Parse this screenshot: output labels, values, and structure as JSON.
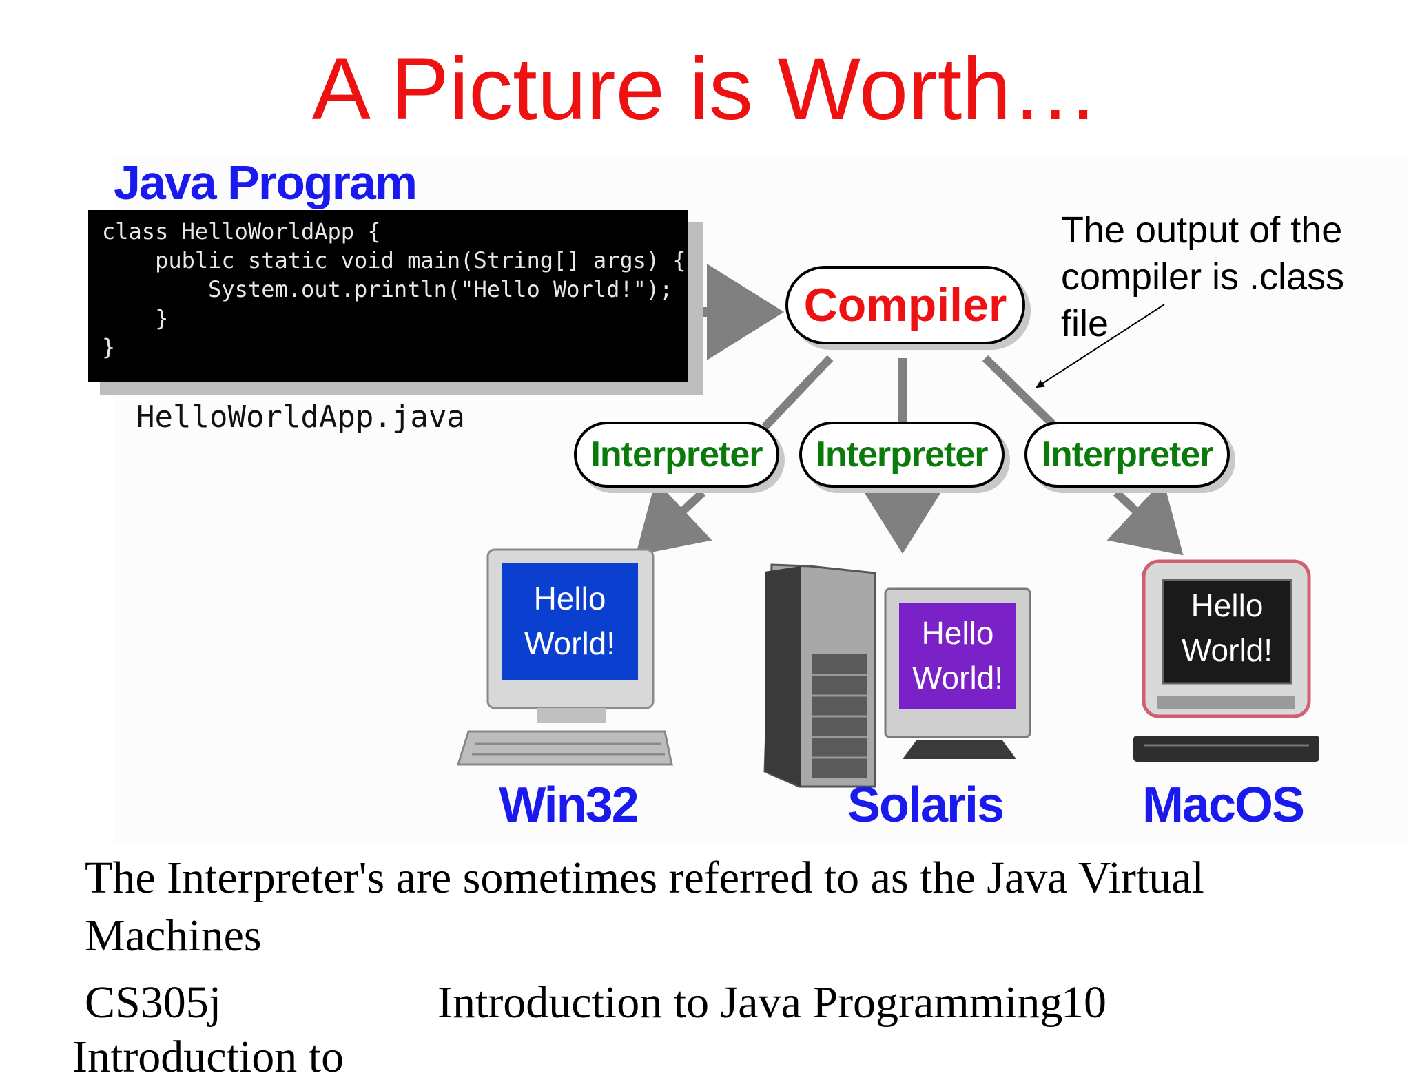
{
  "slide": {
    "title": "A Picture is Worth…",
    "java_program_label": "Java Program",
    "code_lines": [
      "class HelloWorldApp {",
      "    public static void main(String[] args) {",
      "        System.out.println(\"Hello World!\");",
      "    }",
      "}"
    ],
    "filename": "HelloWorldApp.java",
    "compiler_label": "Compiler",
    "note_lines": [
      "The output of the",
      "compiler is .class",
      "file"
    ],
    "interpreters": [
      "Interpreter",
      "Interpreter",
      "Interpreter"
    ],
    "screen_text": [
      "Hello",
      "World!"
    ],
    "platforms": [
      "Win32",
      "Solaris",
      "MacOS"
    ],
    "caption": "The Interpreter's are sometimes referred to as the Java Virtual Machines",
    "footer": {
      "course": "CS305j",
      "course_title": "Introduction to Java Programming",
      "page": "10",
      "cut_off_text": "Introduction to"
    }
  },
  "colors": {
    "title": "#ee1111",
    "label_blue": "#1a1aee",
    "interpreter_green": "#0a7a0a",
    "win32_screen": "#0a3fd0",
    "solaris_screen": "#7a22c8",
    "mac_screen": "#1a1a1a",
    "arrow_gray": "#808080"
  },
  "icons": [
    "win32-computer-icon",
    "solaris-computer-icon",
    "macos-computer-icon"
  ]
}
